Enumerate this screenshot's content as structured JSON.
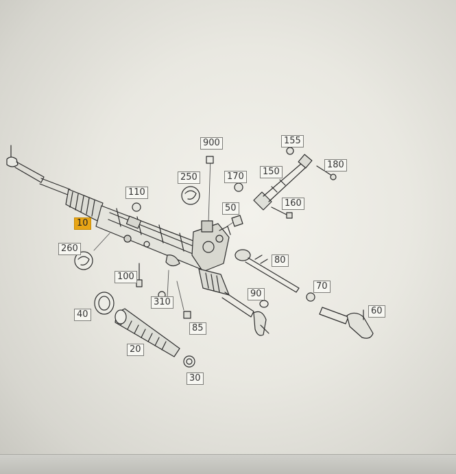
{
  "diagram": {
    "callouts": {
      "p900": "900",
      "p155": "155",
      "p180": "180",
      "p170": "170",
      "p150": "150",
      "p250": "250",
      "p110": "110",
      "p50": "50",
      "p160": "160",
      "p10": "10",
      "p260": "260",
      "p80": "80",
      "p100": "100",
      "p70": "70",
      "p90": "90",
      "p310": "310",
      "p40": "40",
      "p60": "60",
      "p85": "85",
      "p20": "20",
      "p30": "30"
    },
    "selected_part": "10"
  },
  "colors": {
    "highlight": "#e8a515",
    "parts_stroke": "#2b2b2b",
    "background": "#eceae3"
  }
}
